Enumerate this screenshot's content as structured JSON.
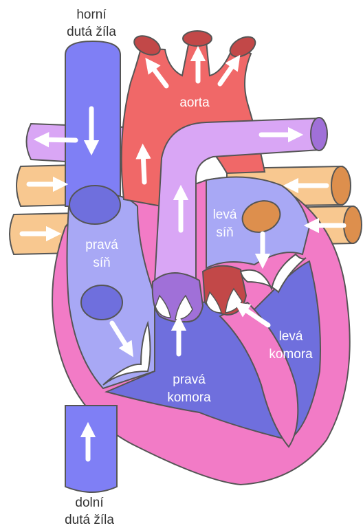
{
  "labels": {
    "superior_vena_cava": [
      "horní",
      "dutá žíla"
    ],
    "inferior_vena_cava": [
      "dolní",
      "dutá žíla"
    ],
    "aorta": "aorta",
    "right_atrium": [
      "pravá",
      "síň"
    ],
    "left_atrium": [
      "levá",
      "síň"
    ],
    "right_ventricle": [
      "pravá",
      "komora"
    ],
    "left_ventricle": [
      "levá",
      "komora"
    ]
  },
  "colors": {
    "vena_cava": "#7f7ff5",
    "right_heart": "#a8a8f5",
    "ventricle": "#6f6fdd",
    "aorta": "#f06868",
    "aorta_dark": "#c24848",
    "pulmonary_artery": "#d9a6f5",
    "pulmonary_dark": "#a070d8",
    "pulmonary_veins": "#f8c890",
    "pulmonary_veins_dark": "#dd8f4d",
    "heart_wall": "#f27bc6",
    "heart_outline": "#e048a8",
    "arrow": "#ffffff",
    "label_light": "#ffffff",
    "label_dark": "#333333"
  }
}
